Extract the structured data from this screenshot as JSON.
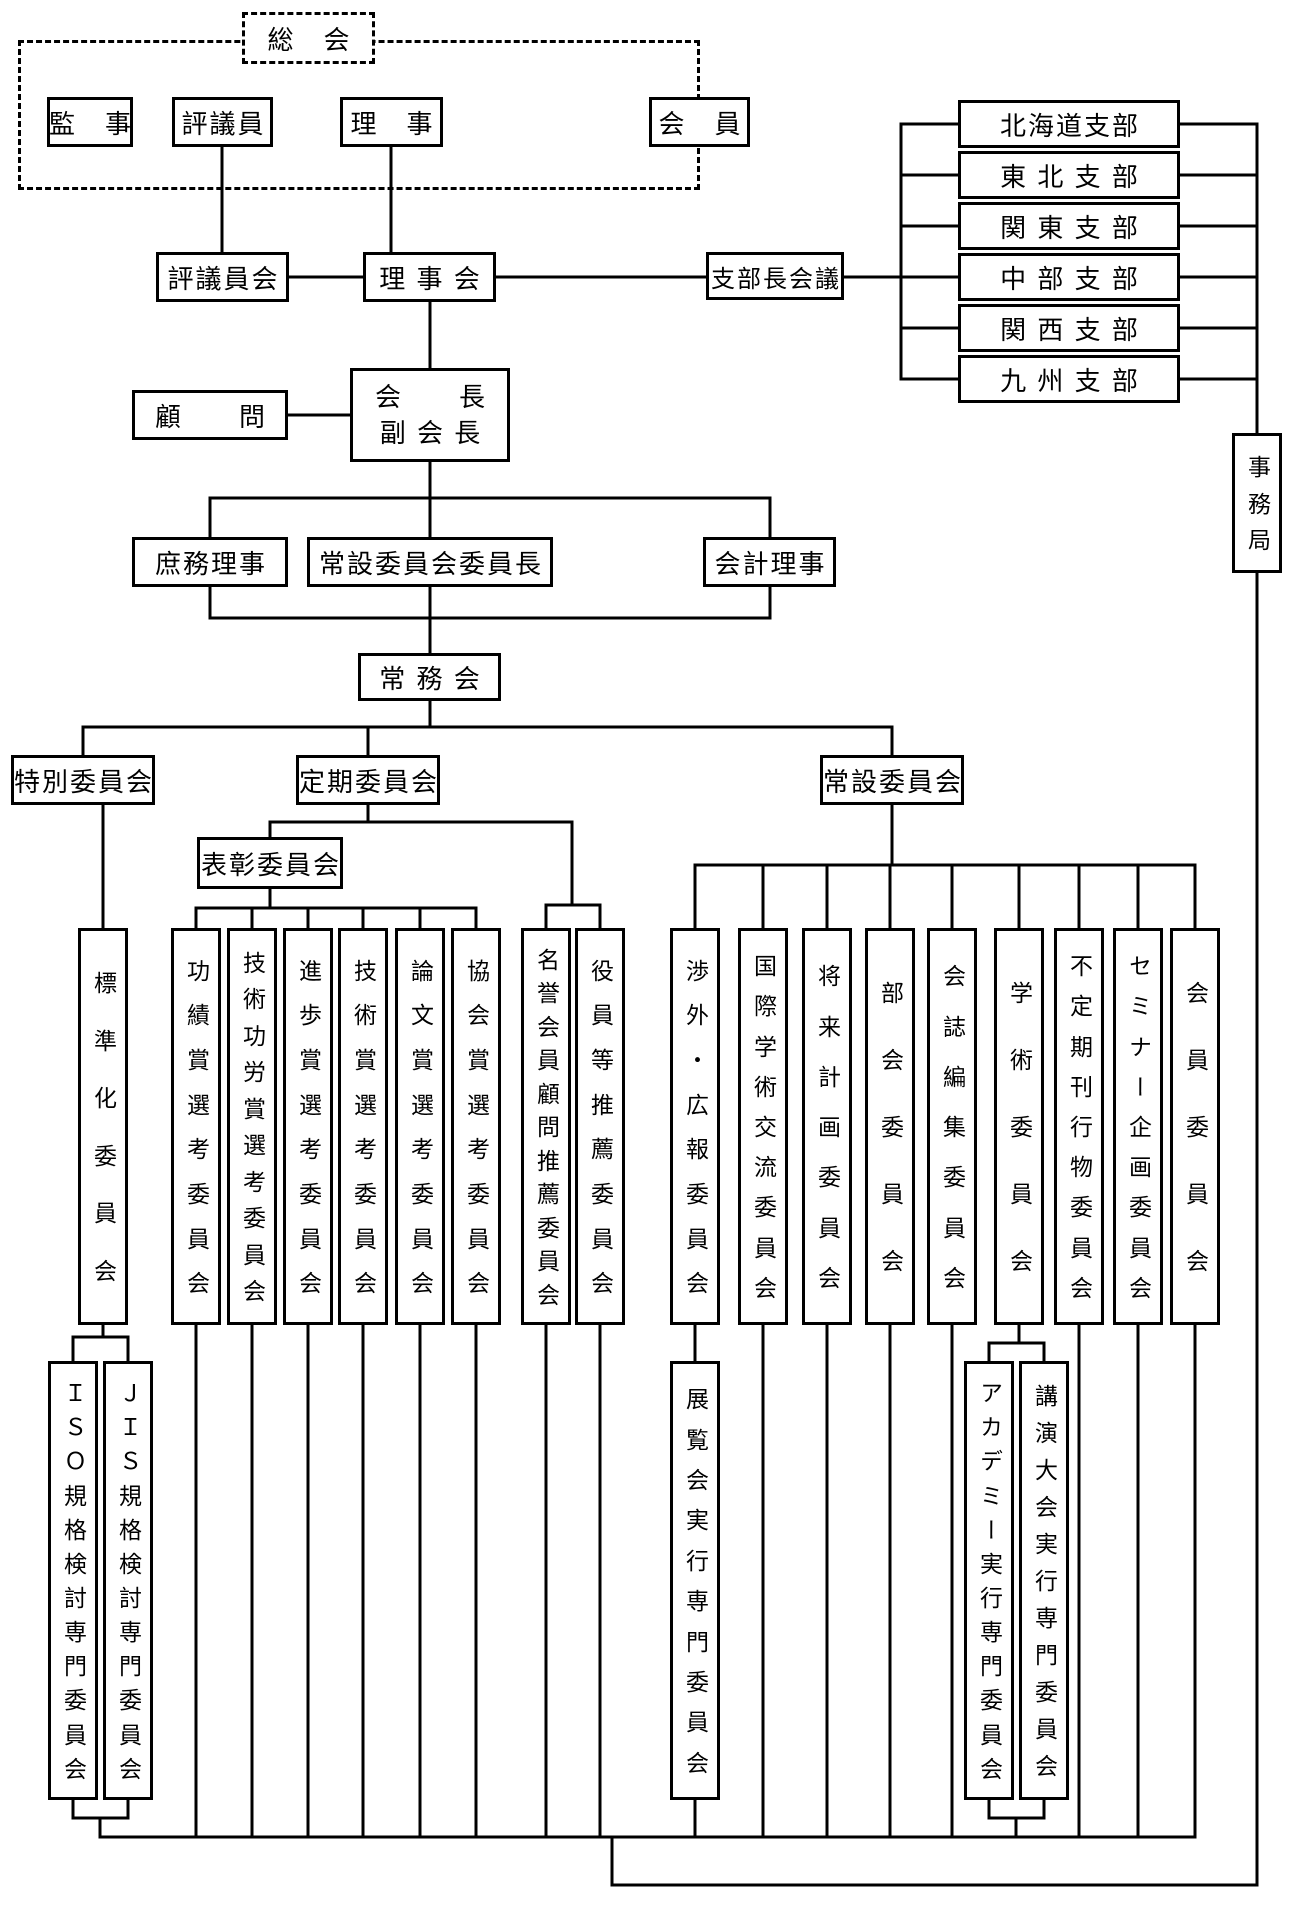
{
  "colors": {
    "line": "#000000",
    "background": "#ffffff"
  },
  "assembly": {
    "general": "総　会",
    "auditor": "監　事",
    "councilor": "評議員",
    "director": "理　事",
    "member": "会　員"
  },
  "row2": {
    "council": "評議員会",
    "board": "理 事 会",
    "branch_heads": "支部長会議"
  },
  "branches": [
    "北海道支部",
    "東 北 支 部",
    "関 東 支 部",
    "中 部 支 部",
    "関 西 支 部",
    "九 州 支 部"
  ],
  "secretariat": "事務局",
  "executive": {
    "advisor": "顧　　問",
    "president": "会　　長",
    "vice_president": "副 会 長",
    "general_affairs": "庶務理事",
    "standing_chair": "常設委員会委員長",
    "accounting": "会計理事",
    "managing_meeting": "常 務 会"
  },
  "committee_groups": {
    "special": "特別委員会",
    "periodic": "定期委員会",
    "standing": "常設委員会",
    "commendation": "表彰委員会"
  },
  "committees": [
    "標準化委員会",
    "功績賞選考委員会",
    "技術功労賞選考委員会",
    "進歩賞選考委員会",
    "技術賞選考委員会",
    "論文賞選考委員会",
    "協会賞選考委員会",
    "名誉会員顧問推薦委員会",
    "役員等推薦委員会",
    "渉外・広報委員会",
    "国際学術交流委員会",
    "将来計画委員会",
    "部会委員会",
    "会誌編集委員会",
    "学術委員会",
    "不定期刊行物委員会",
    "セミナー企画委員会",
    "会員委員会"
  ],
  "subcommittees": [
    "ＩＳＯ規格検討専門委員会",
    "ＪＩＳ規格検討専門委員会",
    "展覧会実行専門委員会",
    "アカデミー実行専門委員会",
    "講演大会実行専門委員会"
  ]
}
